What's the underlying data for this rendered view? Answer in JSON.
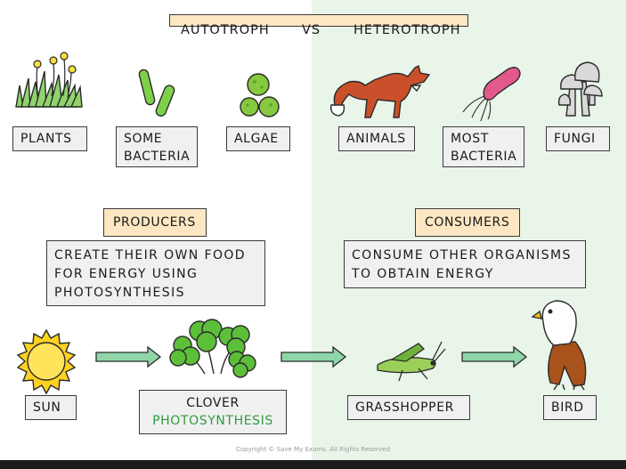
{
  "header": {
    "title_left": "AUTOTROPH",
    "title_vs": "VS",
    "title_right": "HETEROTROPH"
  },
  "organisms": {
    "plants": "PLANTS",
    "some_bacteria_1": "SOME",
    "some_bacteria_2": "BACTERIA",
    "algae": "ALGAE",
    "animals": "ANIMALS",
    "most_bacteria_1": "MOST",
    "most_bacteria_2": "BACTERIA",
    "fungi": "FUNGI"
  },
  "producers": {
    "label": "PRODUCERS",
    "desc_1": "CREATE THEIR OWN FOOD",
    "desc_2": "FOR ENERGY USING",
    "desc_3": "PHOTOSYNTHESIS"
  },
  "consumers": {
    "label": "CONSUMERS",
    "desc_1": "CONSUME OTHER ORGANISMS",
    "desc_2": "TO OBTAIN ENERGY"
  },
  "food_chain": {
    "sun": "SUN",
    "clover": "CLOVER",
    "photosynthesis": "PHOTOSYNTHESIS",
    "grasshopper": "GRASSHOPPER",
    "bird": "BIRD"
  },
  "footer": {
    "copyright": "Copyright © Save My Exams. All Rights Reserved"
  },
  "colors": {
    "heterotroph_background": "#eaf5e9",
    "label_box": "#f0f0f0",
    "highlight_box": "#fde7c2",
    "arrow_green": "#8fd6a8",
    "photosynthesis_text": "#2e9a3f"
  }
}
